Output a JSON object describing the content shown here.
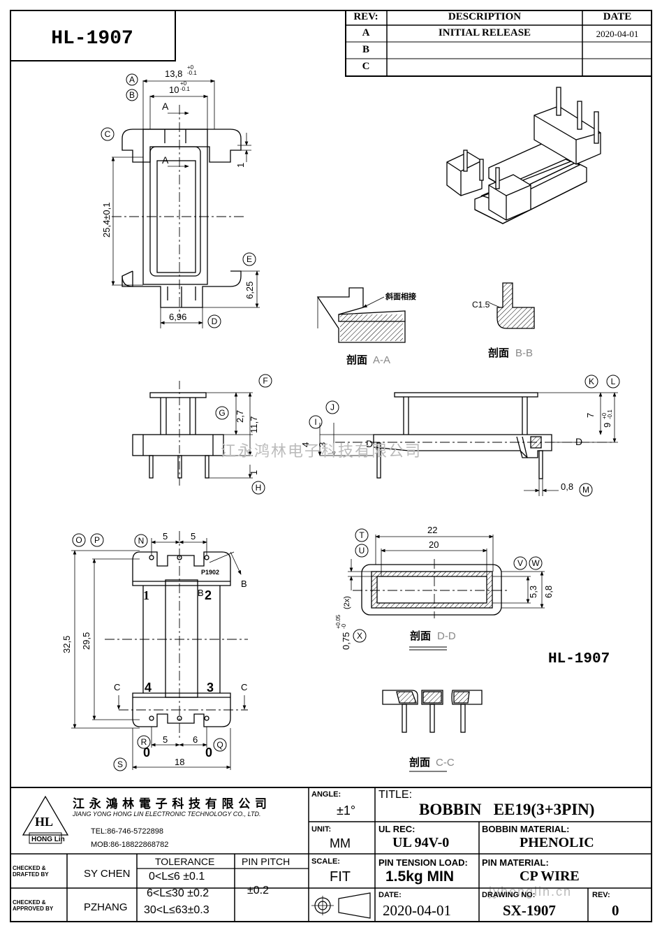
{
  "part_number": "HL-1907",
  "revision_table": {
    "headers": {
      "rev": "REV:",
      "description": "DESCRIPTION",
      "date": "DATE"
    },
    "rows": [
      {
        "rev": "A",
        "description": "INITIAL  RELEASE",
        "date": "2020-04-01"
      },
      {
        "rev": "B",
        "description": "",
        "date": ""
      },
      {
        "rev": "C",
        "description": "",
        "date": ""
      }
    ]
  },
  "dimensions": {
    "top_width_outer": "13,8",
    "top_width_outer_tol_upper": "+0",
    "top_width_outer_tol_lower": "-0.1",
    "top_width_inner": "10",
    "top_width_inner_tol_upper": "+0",
    "top_width_inner_tol_lower": "-0.1",
    "length": "25,4±0,1",
    "flange_thickness": "1",
    "end_height": "6,25",
    "slot_width": "6,96",
    "side_height_total": "11,7",
    "side_height_g": "2,7",
    "side_pin_1": "1",
    "front_height_i": "4",
    "front_height_j": "3",
    "front_height_7": "7",
    "front_height_9": "9",
    "front_height_9_tol_upper": "+0",
    "front_height_9_tol_lower": "-0.1",
    "pin_dia": "0,8",
    "pitch_5a": "5",
    "pitch_5b": "5",
    "bottom_length_total": "32,5",
    "bottom_length_inner": "29,5",
    "bottom_pitch_5": "5",
    "bottom_pitch_6": "6",
    "bottom_width": "18",
    "dd_width_22": "22",
    "dd_width_20": "20",
    "dd_height_53": "5,3",
    "dd_height_68": "6,8",
    "wall_thickness": "0,75",
    "wall_thickness_tol_upper": "+0.05",
    "wall_thickness_tol_lower": "-0",
    "wall_thickness_mult": "(2x)"
  },
  "labels": {
    "A": "A",
    "B": "B",
    "C": "C",
    "D": "D",
    "E": "E",
    "F": "F",
    "G": "G",
    "H": "H",
    "I": "I",
    "J": "J",
    "K": "K",
    "L": "L",
    "M": "M",
    "N": "N",
    "O": "O",
    "P": "P",
    "Q": "Q",
    "R": "R",
    "S": "S",
    "T": "T",
    "U": "U",
    "V": "V",
    "W": "W",
    "X": "X",
    "section_A": "A",
    "section_D": "D",
    "section_B": "B",
    "section_C": "C",
    "pin1": "1",
    "pin2": "2",
    "pin3": "3",
    "pin4": "4",
    "pin_zero_left": "0",
    "pin_zero_right": "0",
    "p1902": "P1902",
    "c15": "C1.5",
    "bevel_note": "斜面相接"
  },
  "sections": {
    "aa": {
      "prefix": "剖面",
      "name": "A-A"
    },
    "bb": {
      "prefix": "剖面",
      "name": "B-B"
    },
    "cc": {
      "prefix": "剖面",
      "name": "C-C"
    },
    "dd": {
      "prefix": "剖面",
      "name": "D-D"
    }
  },
  "drawing_title_mark": "HL-1907",
  "watermark": "江永鸿林电子科技有限公司",
  "watermark_url": "jyhonglin.cn",
  "title_block": {
    "company_cn": "江 永 鴻 林 電 子 科 技 有 限 公 司",
    "company_en": "JIANG YONG HONG LIN ELECTRONIC TECHNOLOGY CO., LTD.",
    "logo_text": "HL",
    "logo_sub": "HONG Lin",
    "tel": "TEL:86-746-5722898",
    "mob": "MOB:86-18822868782",
    "angle_label": "ANGLE:",
    "angle_value": "±1°",
    "title_label": "TITLE:",
    "title_value": "BOBBIN   EE19(3+3PIN)",
    "unit_label": "UNIT:",
    "unit_value": "MM",
    "ul_label": "UL REC:",
    "ul_value": "UL 94V-0",
    "material_label": "BOBBIN MATERIAL:",
    "material_value": "PHENOLIC",
    "checked_drafted_label": "CHECKED &\nDRAFTED BY",
    "drafted_by": "SY CHEN",
    "checked_approved_label": "CHECKED &\nAPPROVED BY",
    "approved_by": "PZHANG",
    "tolerance_label": "TOLERANCE",
    "tolerances": [
      "0<L≤6 ±0.1",
      "6<L≤30 ±0.2",
      "30<L≤63±0.3"
    ],
    "pin_pitch_label": "PIN PITCH",
    "pin_pitch_value": "±0.2",
    "scale_label": "SCALE:",
    "scale_value": "FIT",
    "pin_tension_label": "PIN TENSION LOAD:",
    "pin_tension_value": "1.5kg MIN",
    "pin_material_label": "PIN MATERIAL:",
    "pin_material_value": "CP WIRE",
    "date_label": "DATE:",
    "date_value": "2020-04-01",
    "drawing_no_label": "DRAWING NO:",
    "drawing_no_value": "SX-1907",
    "rev_label": "REV:",
    "rev_value": "0"
  }
}
